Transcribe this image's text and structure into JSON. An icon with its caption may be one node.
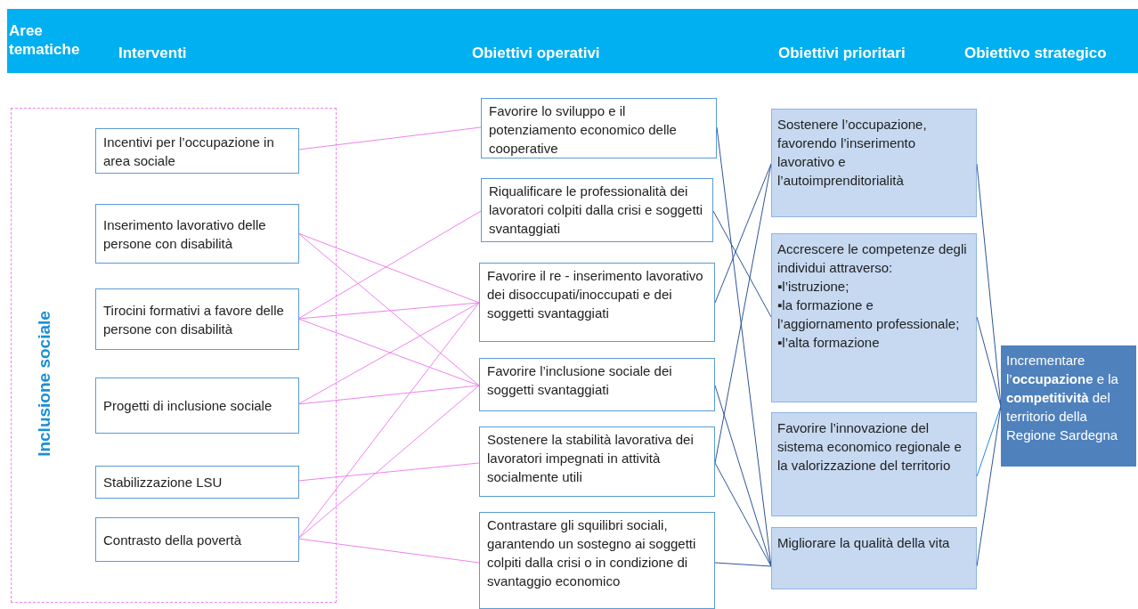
{
  "diagram": {
    "nodes": [
      {
        "text": [
          "Inclusione sociale"
        ]
      },
      {
        "text": [
          "Incentivi per l’occupazione in area sociale"
        ],
        "in": 0
      },
      {
        "text": [
          "Inserimento lavorativo delle persone con disabilità"
        ],
        "in": 0
      },
      {
        "text": [
          "Tirocini formativi a favore delle persone con disabilità"
        ],
        "in": 0
      },
      {
        "text": [
          "Progetti di inclusione sociale"
        ],
        "in": 0
      },
      {
        "text": [
          "Stabilizzazione LSU"
        ],
        "in": 0
      },
      {
        "text": [
          "Contrasto della povertà"
        ],
        "in": 0
      },
      {
        "text": [
          "Favorire lo sviluppo e il potenziamento economico delle cooperative"
        ]
      },
      {
        "text": [
          "Riqualificare le professionalità dei lavoratori colpiti dalla crisi e soggetti svantaggiati"
        ]
      },
      {
        "text": [
          "Favorire il re - inserimento lavorativo dei disoccupati/inoccupati  e dei soggetti svantaggiati"
        ]
      },
      {
        "text": [
          "Favorire l’inclusione sociale dei soggetti svantaggiati"
        ]
      },
      {
        "text": [
          "Sostenere la stabilità lavorativa dei lavoratori impegnati in attività socialmente utili"
        ]
      },
      {
        "text": [
          "Contrastare gli squilibri sociali, garantendo un sostegno ai soggetti colpiti dalla crisi o in condizione di svantaggio economico"
        ]
      },
      {
        "text": [
          "Sostenere l’occupazione, favorendo l’inserimento lavorativo e l’autoimprenditorialità"
        ]
      },
      {
        "text": [
          "Accrescere le competenze degli individui attraverso:",
          "▪l’istruzione;",
          "▪la formazione e l’aggiornamento professionale;",
          "▪l’alta formazione"
        ]
      },
      {
        "text": [
          "Favorire l’innovazione del sistema economico regionale e la valorizzazione del territorio"
        ]
      },
      {
        "text": [
          "Migliorare la qualità della vita"
        ]
      },
      {
        "text": [
          "Incrementare l’**occupazione** e la **competitività** del territorio della Regione Sardegna"
        ]
      }
    ],
    "edges": [
      {
        "from": 1,
        "to": 7,
        "arrow": "none"
      },
      {
        "from": 2,
        "to": 9,
        "arrow": "none"
      },
      {
        "from": 2,
        "to": 10,
        "arrow": "none"
      },
      {
        "from": 3,
        "to": 8,
        "arrow": "none"
      },
      {
        "from": 3,
        "to": 9,
        "arrow": "none"
      },
      {
        "from": 3,
        "to": 10,
        "arrow": "none"
      },
      {
        "from": 4,
        "to": 9,
        "arrow": "none"
      },
      {
        "from": 4,
        "to": 10,
        "arrow": "none"
      },
      {
        "from": 5,
        "to": 11,
        "arrow": "none"
      },
      {
        "from": 6,
        "to": 9,
        "arrow": "none"
      },
      {
        "from": 6,
        "to": 10,
        "arrow": "none"
      },
      {
        "from": 6,
        "to": 12,
        "arrow": "none"
      },
      {
        "from": 7,
        "to": 16,
        "arrow": "none",
        "color": "#2f5597"
      },
      {
        "from": 8,
        "to": 14,
        "arrow": "none",
        "color": "#2f5597"
      },
      {
        "from": 9,
        "to": 13,
        "arrow": "none",
        "color": "#2f5597"
      },
      {
        "from": 11,
        "to": 13,
        "arrow": "none",
        "color": "#2f5597"
      },
      {
        "from": 10,
        "to": 16,
        "arrow": "none",
        "color": "#2f5597"
      },
      {
        "from": 11,
        "to": 16,
        "arrow": "none",
        "color": "#2f5597"
      },
      {
        "from": 12,
        "to": 16,
        "arrow": "none",
        "color": "#2f5597"
      },
      {
        "from": 13,
        "to": 17,
        "arrow": "none",
        "color": "#2f5597"
      },
      {
        "from": 14,
        "to": 17,
        "arrow": "none",
        "color": "#2f5597"
      },
      {
        "from": 15,
        "to": 17,
        "arrow": "none",
        "color": "#1e88e5"
      },
      {
        "from": 16,
        "to": 17,
        "arrow": "none",
        "color": "#2f5597"
      }
    ],
    "labels": [
      "Aree tematiche",
      "Interventi",
      "Obiettivi operativi",
      "Obiettivi prioritari",
      "Obiettivo strategico"
    ]
  }
}
